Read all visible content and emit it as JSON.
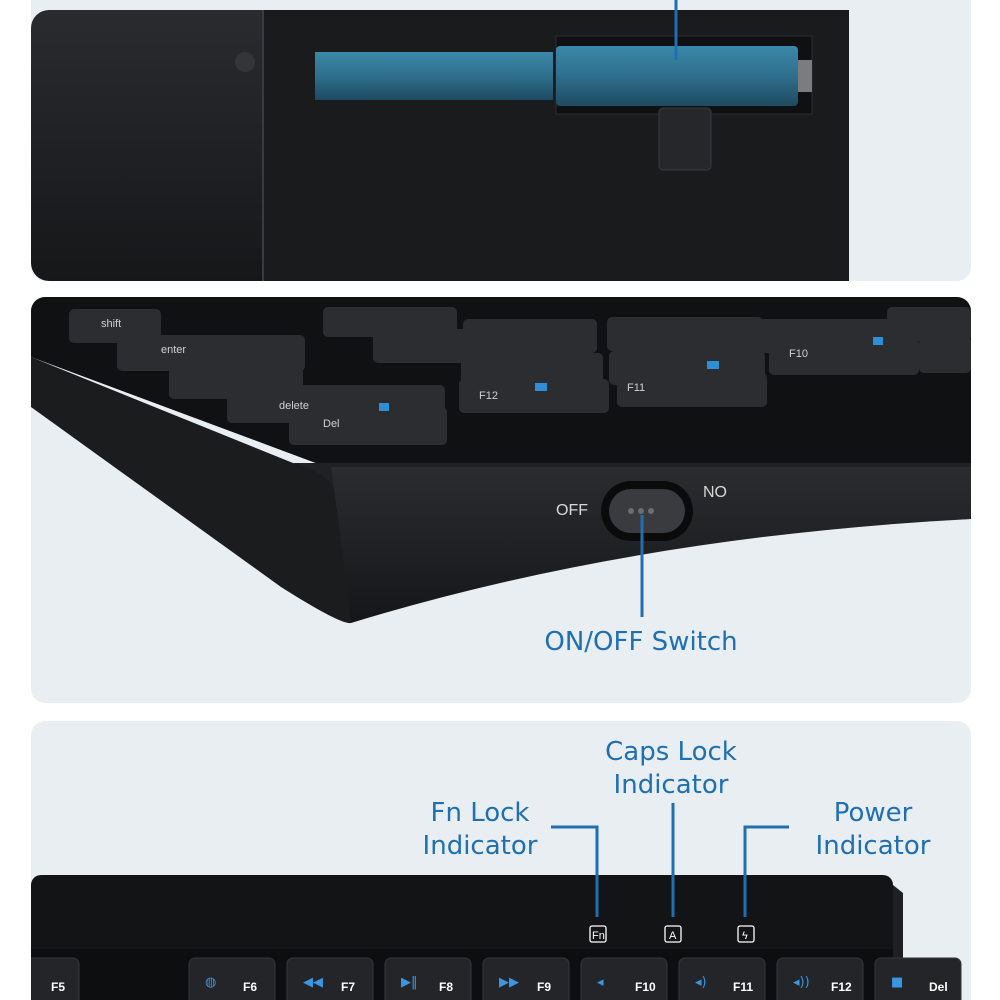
{
  "callouts": {
    "switch": "ON/OFF Switch",
    "caps_lock": [
      "Caps Lock",
      "Indicator"
    ],
    "fn_lock": [
      "Fn Lock",
      "Indicator"
    ],
    "power": [
      "Power",
      "Indicator"
    ]
  },
  "switch_labels": {
    "on": "NO",
    "off": "OFF"
  },
  "indicators": [
    {
      "glyph": "Fn",
      "icon": "fn-lock-icon"
    },
    {
      "glyph": "A",
      "icon": "caps-lock-icon"
    },
    {
      "glyph": "ϟ",
      "icon": "power-icon"
    }
  ],
  "fkeys": [
    {
      "label": "F5",
      "icon": ""
    },
    {
      "label": "F6",
      "icon": "globe-icon"
    },
    {
      "label": "F7",
      "icon": "rewind-icon"
    },
    {
      "label": "F8",
      "icon": "play-pause-icon"
    },
    {
      "label": "F9",
      "icon": "fast-forward-icon"
    },
    {
      "label": "F10",
      "icon": "mute-icon"
    },
    {
      "label": "F11",
      "icon": "volume-down-icon"
    },
    {
      "label": "F12",
      "icon": "volume-up-icon"
    },
    {
      "label": "Del",
      "icon": "lock-icon"
    }
  ],
  "upper_keys": [
    {
      "label": "shift"
    },
    {
      "label": "enter"
    },
    {
      "label": "delete"
    },
    {
      "label": "F12"
    },
    {
      "label": "F11"
    },
    {
      "label": "F10"
    },
    {
      "label": "Del"
    }
  ],
  "colors": {
    "accent": "#1f6fb3",
    "panel": "#e9eef3",
    "keyboard": "#1e1f21",
    "battery": "#2b6f8f"
  }
}
